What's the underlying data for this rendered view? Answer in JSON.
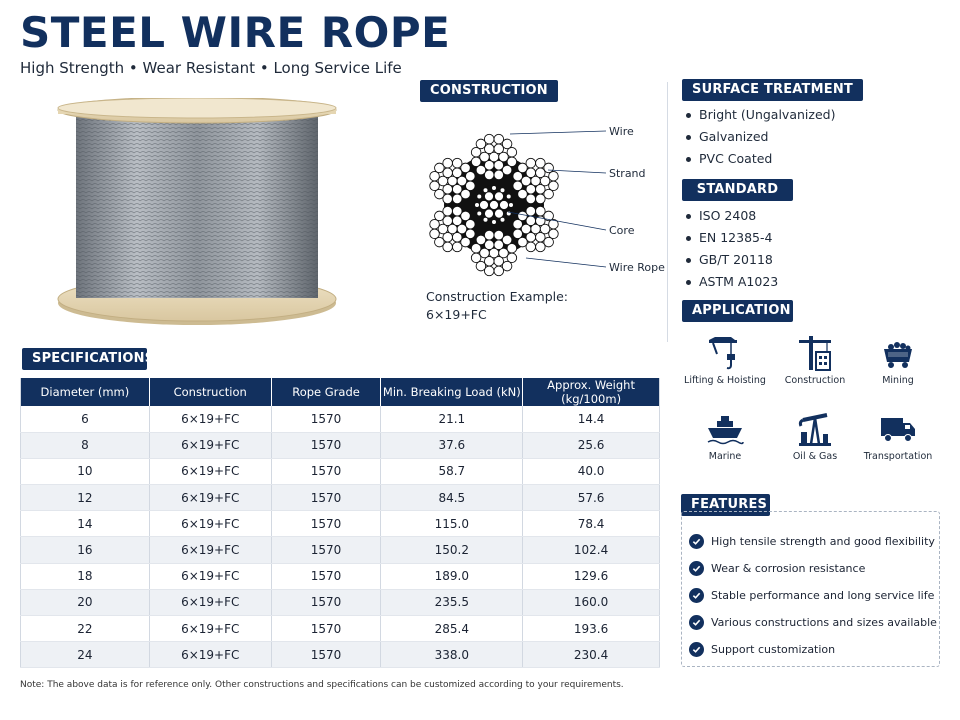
{
  "header": {
    "title": "STEEL WIRE ROPE",
    "subtitle": "High Strength • Wear Resistant • Long Service Life"
  },
  "construction": {
    "heading": "CONSTRUCTION",
    "labels": {
      "wire": "Wire",
      "strand": "Strand",
      "core": "Core",
      "rope": "Wire Rope"
    },
    "caption_1": "Construction Example:",
    "caption_2": "6×19+FC"
  },
  "surface_treatment": {
    "heading": "SURFACE TREATMENT",
    "items": [
      "Bright (Ungalvanized)",
      "Galvanized",
      "PVC Coated"
    ]
  },
  "standard": {
    "heading": "STANDARD",
    "items": [
      "ISO 2408",
      "EN 12385-4",
      "GB/T 20118",
      "ASTM A1023"
    ]
  },
  "application": {
    "heading": "APPLICATION",
    "items": [
      {
        "label": "Lifting & Hoisting",
        "icon": "crane-hook-icon"
      },
      {
        "label": "Construction",
        "icon": "tower-crane-icon"
      },
      {
        "label": "Mining",
        "icon": "mine-cart-icon"
      },
      {
        "label": "Marine",
        "icon": "ship-icon"
      },
      {
        "label": "Oil & Gas",
        "icon": "oil-pump-icon"
      },
      {
        "label": "Transportation",
        "icon": "truck-icon"
      }
    ]
  },
  "specifications": {
    "heading": "SPECIFICATIONS",
    "columns": [
      "Diameter (mm)",
      "Construction",
      "Rope Grade",
      "Min. Breaking Load (kN)",
      "Approx. Weight (kg/100m)"
    ],
    "rows": [
      [
        "6",
        "6×19+FC",
        "1570",
        "21.1",
        "14.4"
      ],
      [
        "8",
        "6×19+FC",
        "1570",
        "37.6",
        "25.6"
      ],
      [
        "10",
        "6×19+FC",
        "1570",
        "58.7",
        "40.0"
      ],
      [
        "12",
        "6×19+FC",
        "1570",
        "84.5",
        "57.6"
      ],
      [
        "14",
        "6×19+FC",
        "1570",
        "115.0",
        "78.4"
      ],
      [
        "16",
        "6×19+FC",
        "1570",
        "150.2",
        "102.4"
      ],
      [
        "18",
        "6×19+FC",
        "1570",
        "189.0",
        "129.6"
      ],
      [
        "20",
        "6×19+FC",
        "1570",
        "235.5",
        "160.0"
      ],
      [
        "22",
        "6×19+FC",
        "1570",
        "285.4",
        "193.6"
      ],
      [
        "24",
        "6×19+FC",
        "1570",
        "338.0",
        "230.4"
      ]
    ]
  },
  "features": {
    "heading": "FEATURES",
    "items": [
      "High tensile strength and good flexibility",
      "Wear & corrosion resistance",
      "Stable performance and long service life",
      "Various constructions and sizes available",
      "Support customization"
    ]
  },
  "note": "Note: The above data is for reference only. Other constructions and specifications can be customized according to your requirements.",
  "colors": {
    "brand_navy": "#12305e",
    "table_stripe": "#eef1f5"
  }
}
